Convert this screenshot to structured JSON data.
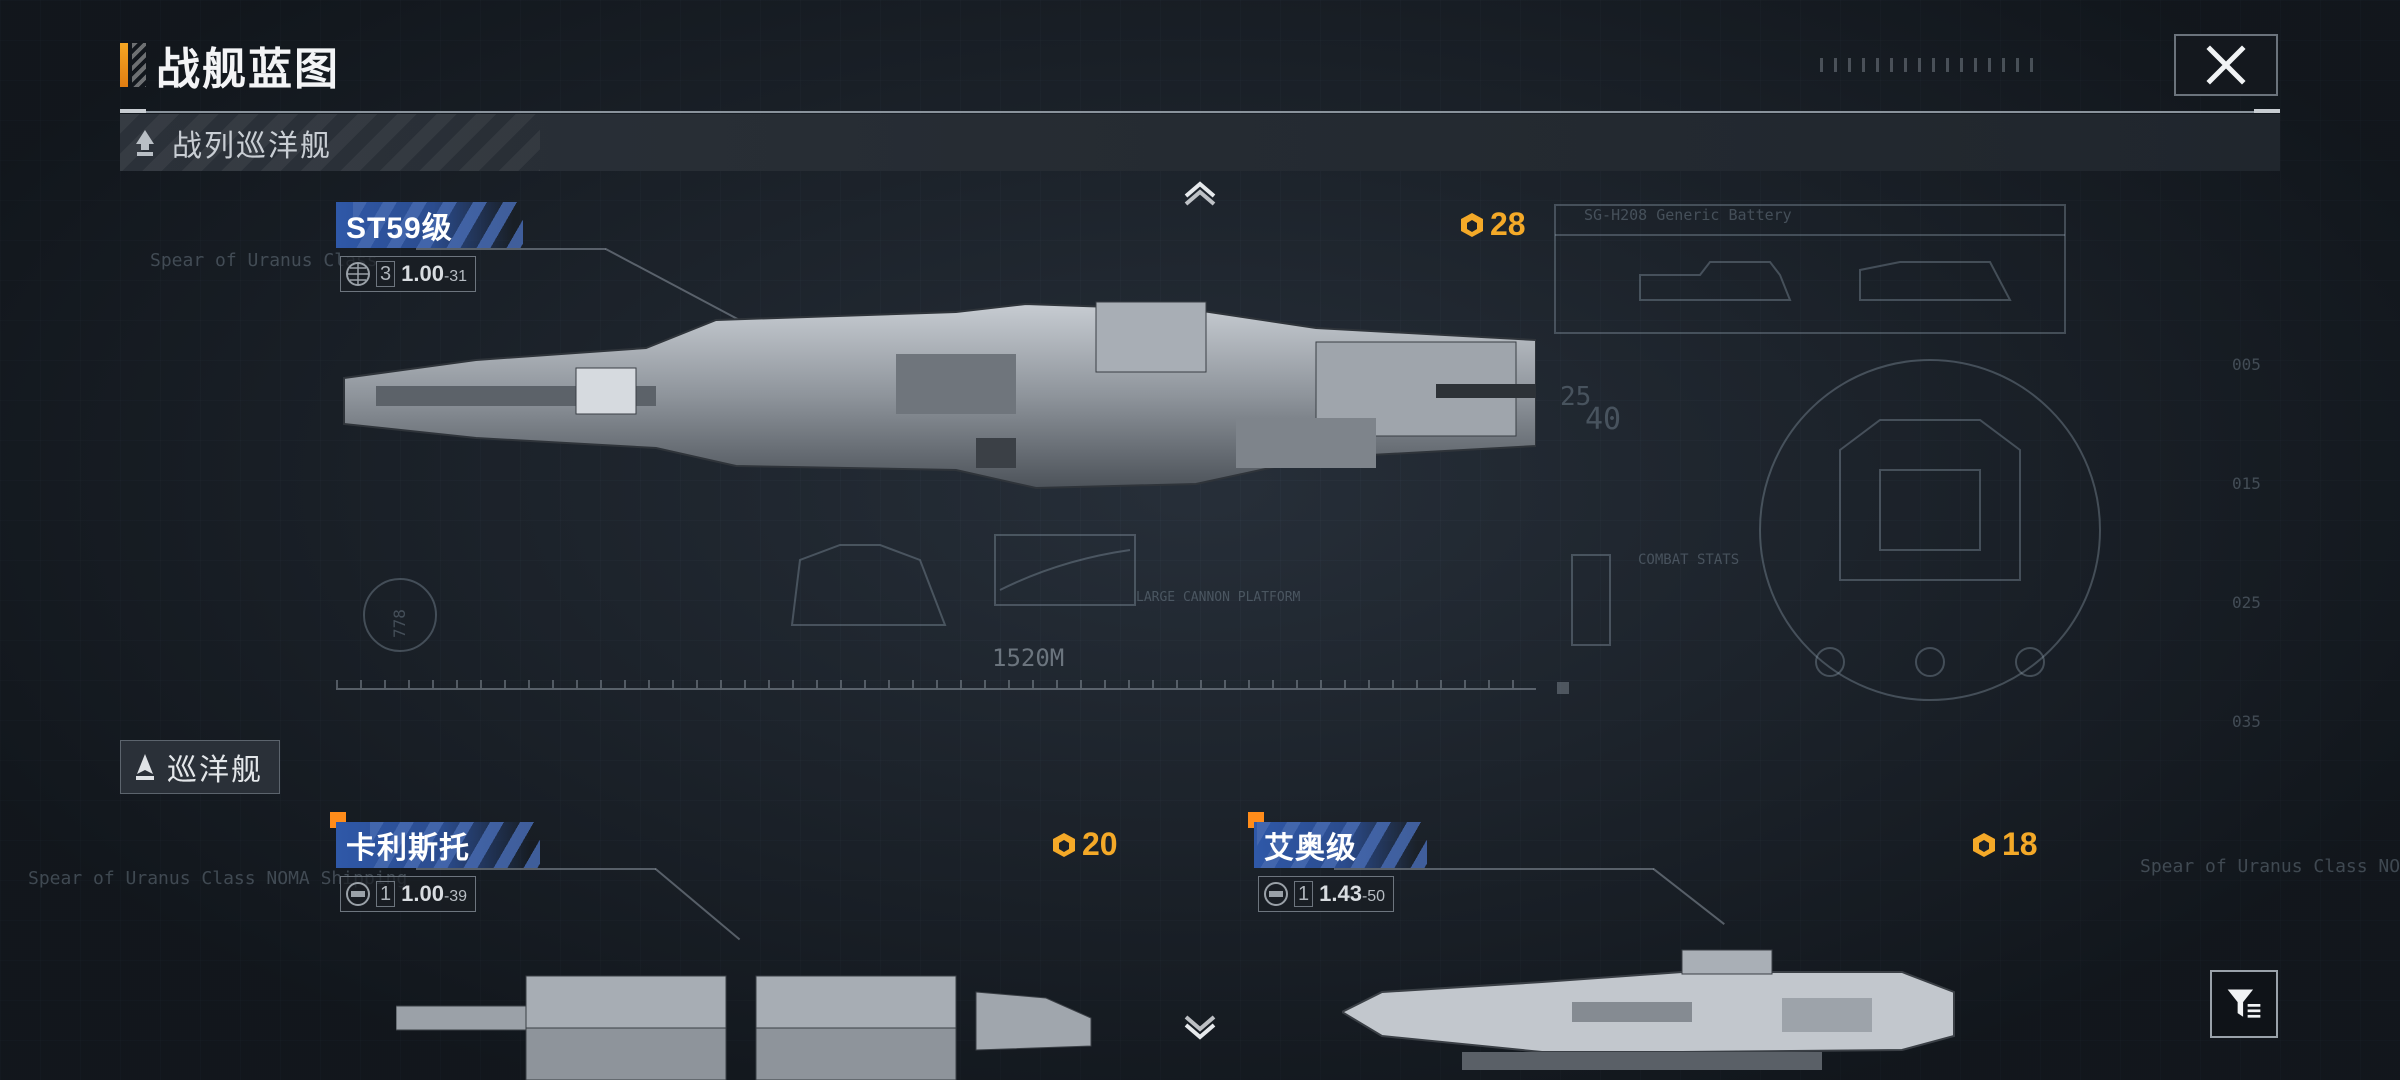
{
  "header": {
    "title": "战舰蓝图"
  },
  "category": {
    "label": "战列巡洋舰"
  },
  "sub_category": {
    "label": "巡洋舰"
  },
  "ships": [
    {
      "name": "ST59级",
      "count": "3",
      "value": "1.00",
      "value_suffix": "-31",
      "cost": "28",
      "icon": "globe-icon",
      "is_new": false
    },
    {
      "name": "卡利斯托",
      "count": "1",
      "value": "1.00",
      "value_suffix": "-39",
      "cost": "20",
      "icon": "target-icon",
      "is_new": true
    },
    {
      "name": "艾奥级",
      "count": "1",
      "value": "1.43",
      "value_suffix": "-50",
      "cost": "18",
      "icon": "target-icon",
      "is_new": true
    }
  ],
  "blueprint": {
    "length_label": "1520M",
    "battery_label": "SG-H208 Generic Battery",
    "platform_label": "LARGE CANNON PLATFORM",
    "combat_stats_label": "COMBAT STATS",
    "scale_a": "25",
    "scale_b": "40",
    "left_note": "778",
    "ghost_text_1": "Spear of Uranus Class",
    "ghost_text_2": "Spear of Uranus Class NOMA Shipping",
    "right_scale": [
      "005",
      "015",
      "025",
      "035"
    ]
  },
  "controls": {
    "close_icon": "close-icon",
    "filter_icon": "filter-icon",
    "scroll_up_icon": "chevron-up-icon",
    "scroll_down_icon": "chevron-down-icon"
  },
  "colors": {
    "accent_orange": "#f4a928",
    "tag_blue": "#2f58a8",
    "new_marker": "#ff8c1a",
    "background": "#1b2129"
  }
}
